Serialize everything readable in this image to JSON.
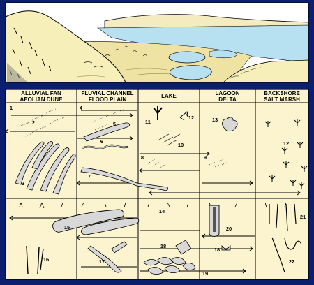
{
  "columns": [
    {
      "key": "col-alluvial",
      "line1": "ALLUVIAL FAN",
      "line2": "AEOLIAN DUNE"
    },
    {
      "key": "col-fluvial",
      "line1": "FLUVIAL CHANNEL",
      "line2": "FLOOD PLAIN"
    },
    {
      "key": "col-lake",
      "line1": "LAKE",
      "line2": ""
    },
    {
      "key": "col-lagoon",
      "line1": "LAGOON",
      "line2": "DELTA"
    },
    {
      "key": "col-backshore",
      "line1": "BACKSHORE",
      "line2": "SALT MARSH"
    }
  ],
  "trace_numbers": {
    "n1": "1",
    "n2": "2",
    "n3": "3",
    "n4": "4",
    "n5": "5",
    "n6": "6",
    "n7": "7",
    "n8": "8",
    "n9": "9",
    "n10": "10",
    "n11": "11",
    "n12a": "12",
    "n12b": "12",
    "n13": "13",
    "n14": "14",
    "n15": "15",
    "n16": "16",
    "n17": "17",
    "n18a": "18",
    "n18b": "18",
    "n19": "19",
    "n20": "20",
    "n21": "21",
    "n22": "22"
  },
  "colors": {
    "background": "#0b1f6e",
    "panel": "#fbf4cf",
    "sky": "#ffffff",
    "water": "#b7e0f0",
    "hill": "#f7efb9",
    "burrow": "#d8d8d8",
    "sand": "#efe3a4"
  }
}
